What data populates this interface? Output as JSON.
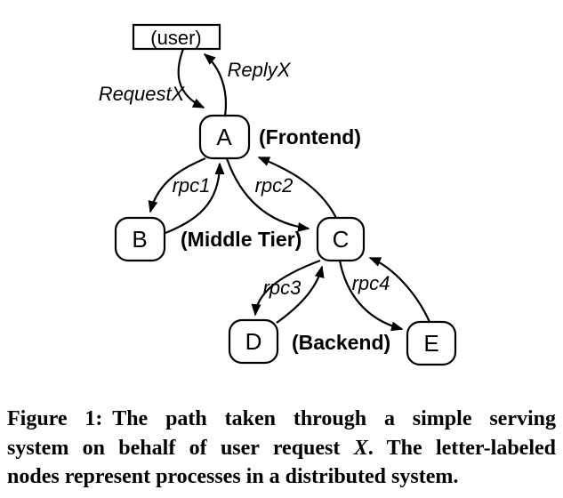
{
  "page": {
    "background_color": "#ffffff",
    "ink_color": "#000000"
  },
  "diagram": {
    "nodes": {
      "user": {
        "label": "(user)",
        "shape": "rectangle"
      },
      "a": {
        "label": "A",
        "shape": "rounded"
      },
      "b": {
        "label": "B",
        "shape": "rounded"
      },
      "c": {
        "label": "C",
        "shape": "rounded"
      },
      "d": {
        "label": "D",
        "shape": "rounded"
      },
      "e": {
        "label": "E",
        "shape": "rounded"
      }
    },
    "tier_labels": {
      "frontend": "(Frontend)",
      "middle_tier": "(Middle Tier)",
      "backend": "(Backend)"
    },
    "edge_labels": {
      "request": "RequestX",
      "reply": "ReplyX",
      "rpc1": "rpc1",
      "rpc2": "rpc2",
      "rpc3": "rpc3",
      "rpc4": "rpc4"
    },
    "edges": [
      {
        "from": "user",
        "to": "A",
        "label": "RequestX"
      },
      {
        "from": "A",
        "to": "user",
        "label": "ReplyX"
      },
      {
        "from": "A",
        "to": "B",
        "label": "rpc1"
      },
      {
        "from": "B",
        "to": "A",
        "label": "rpc1"
      },
      {
        "from": "A",
        "to": "C",
        "label": "rpc2"
      },
      {
        "from": "C",
        "to": "A",
        "label": "rpc2"
      },
      {
        "from": "C",
        "to": "D",
        "label": "rpc3"
      },
      {
        "from": "D",
        "to": "C",
        "label": "rpc3"
      },
      {
        "from": "C",
        "to": "E",
        "label": "rpc4"
      },
      {
        "from": "E",
        "to": "C",
        "label": "rpc4"
      }
    ]
  },
  "caption": {
    "figure_label": "Figure 1:",
    "line1": "The path taken through a simple serving",
    "line2_pre": "system on behalf of user request",
    "line2_italic": "X",
    "line2_post": ". The letter-labeled",
    "line3": "nodes represent processes in a distributed system."
  }
}
